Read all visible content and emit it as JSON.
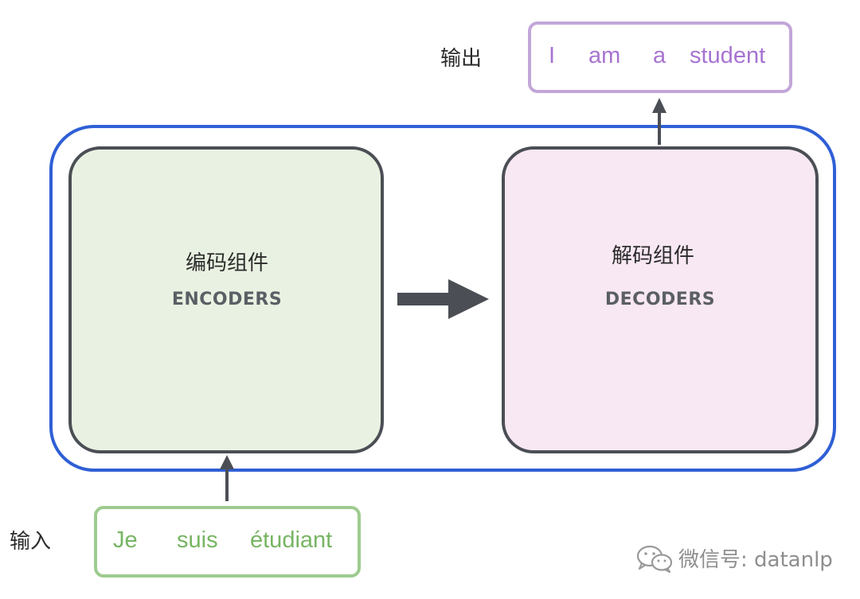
{
  "encoder": {
    "label_cn": "编码组件",
    "label_en": "ENCODERS",
    "fill": "#e9f2e2"
  },
  "decoder": {
    "label_cn": "解码组件",
    "label_en": "DECODERS",
    "fill": "#f8e8f3"
  },
  "input": {
    "label": "输入",
    "tokens": [
      "Je",
      "suis",
      "étudiant"
    ],
    "color": "#77b563"
  },
  "output": {
    "label": "输出",
    "tokens": [
      "I",
      "am",
      "a",
      "student"
    ],
    "color": "#a774d1"
  },
  "frame_color": "#2f5fd6",
  "watermark": {
    "icon": "wechat-icon",
    "text": "微信号: datanlp"
  }
}
